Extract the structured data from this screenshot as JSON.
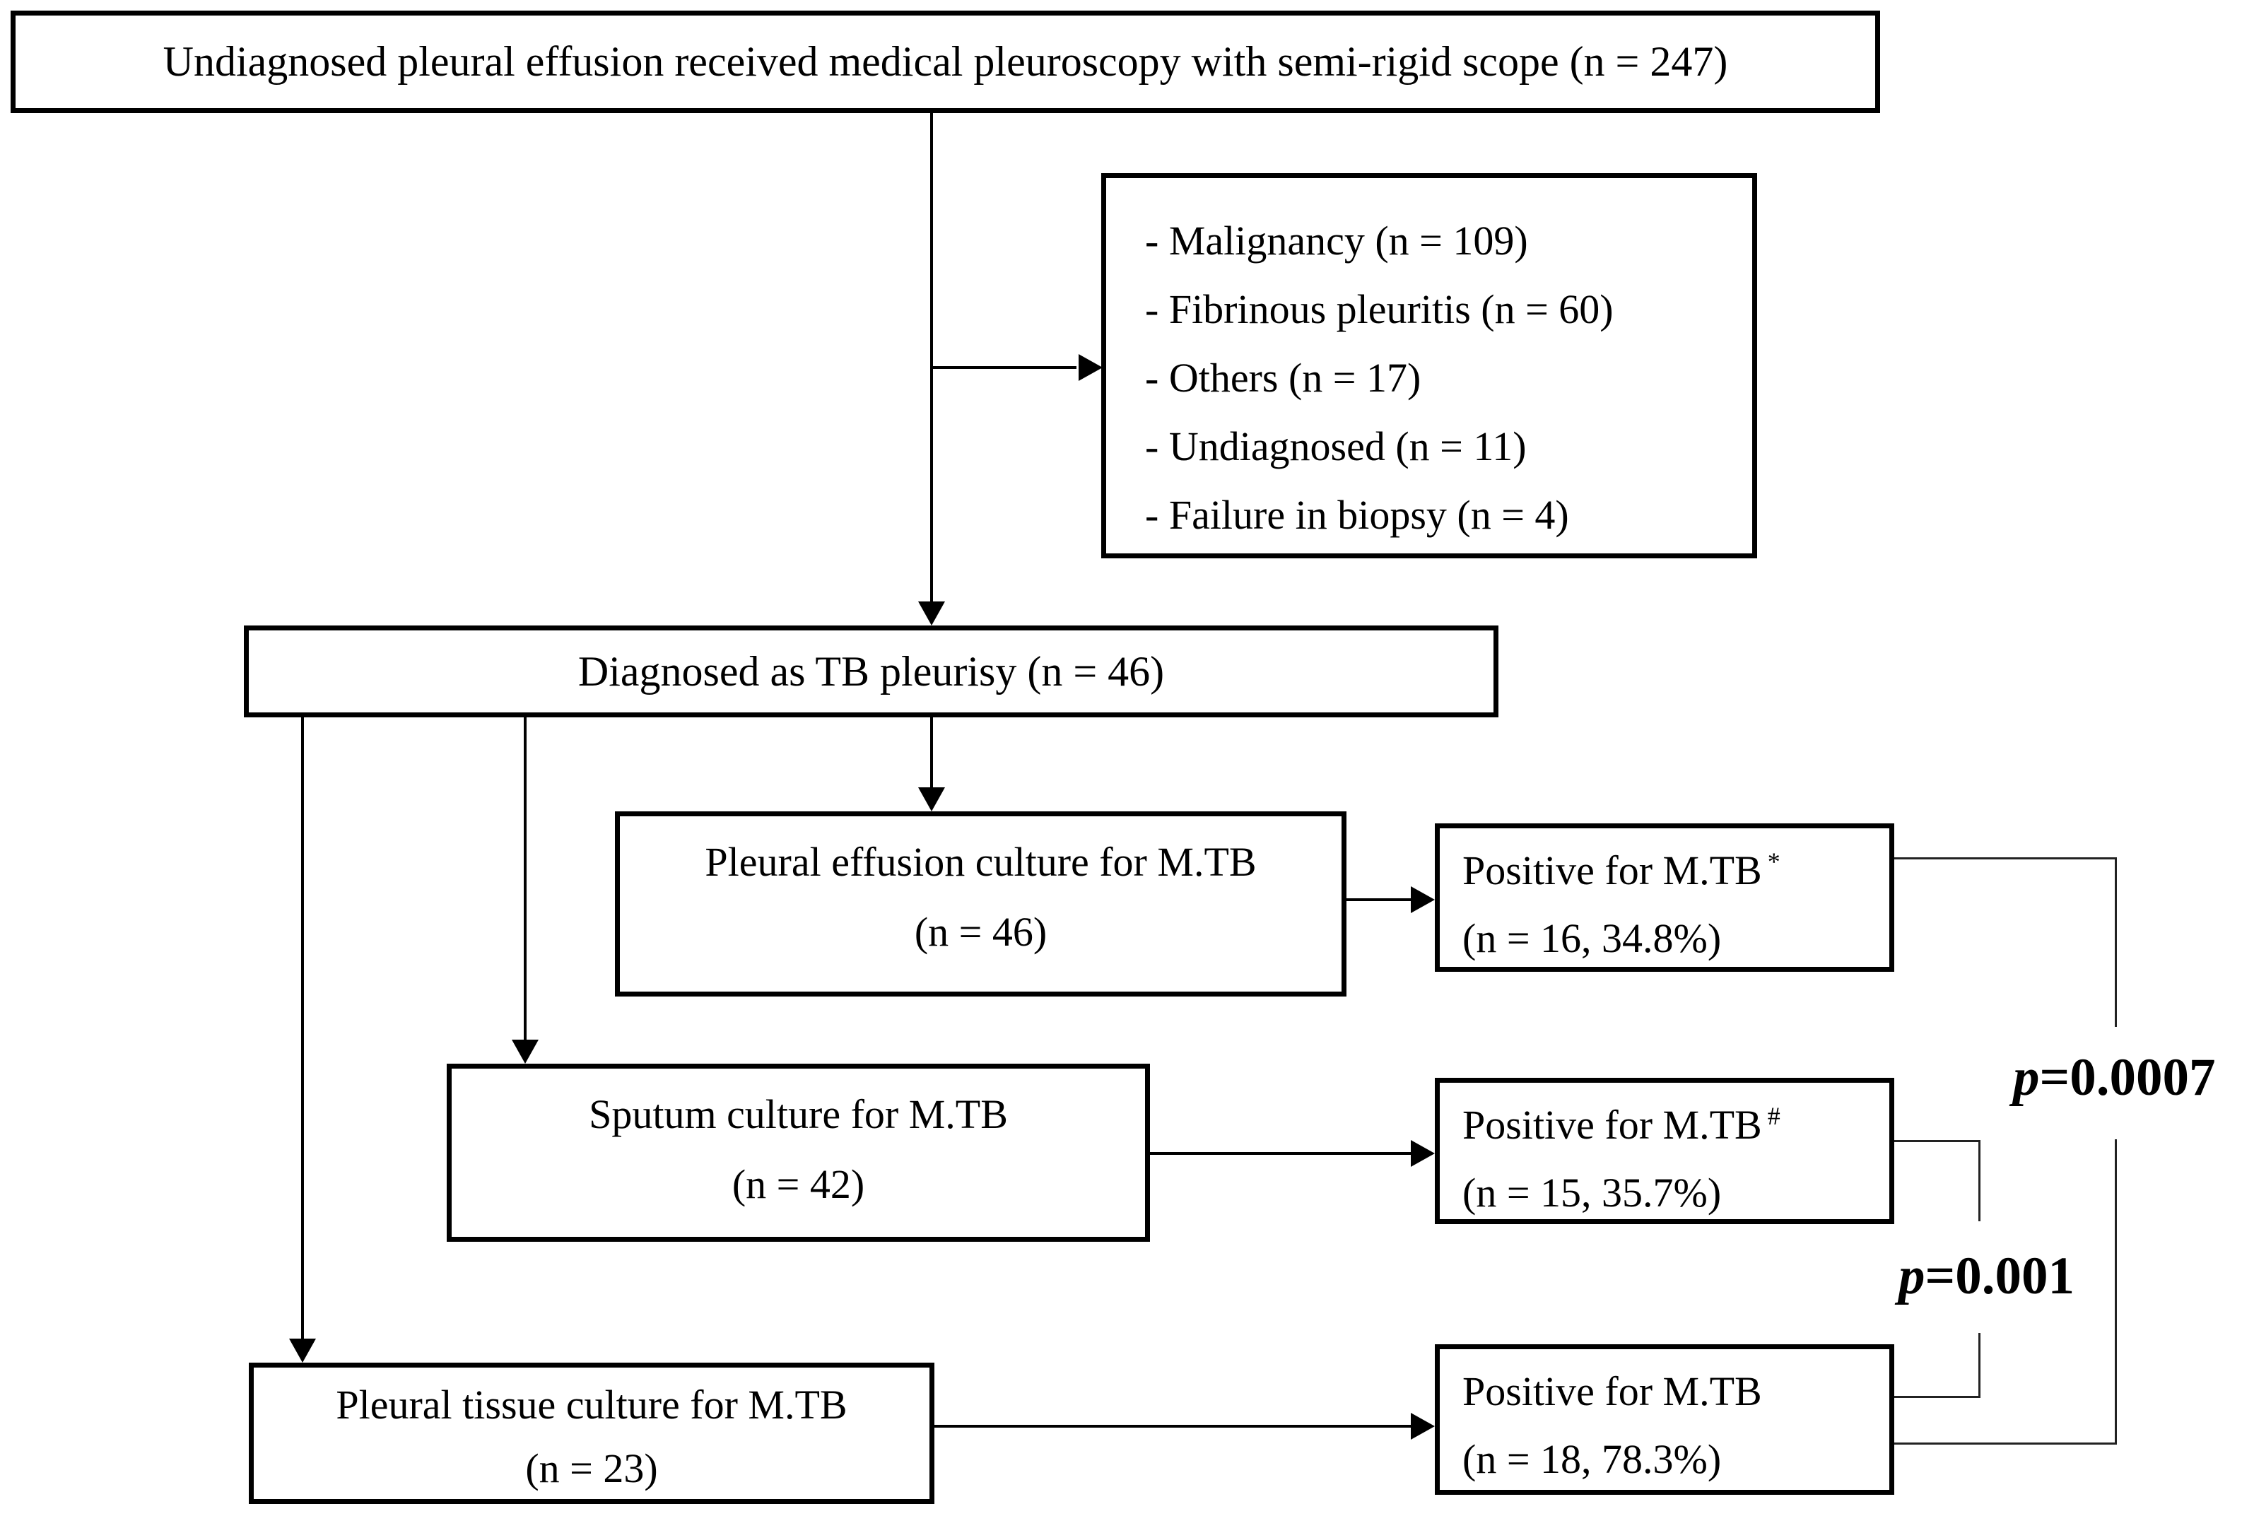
{
  "figure": {
    "bg_color": "#ffffff",
    "line_color": "#000000",
    "bracket_color": "#222222"
  },
  "boxes": {
    "enrollment": {
      "text": "Undiagnosed pleural effusion received medical pleuroscopy with semi-rigid scope (n = 247)"
    },
    "exclusions": {
      "items": [
        "- Malignancy (n = 109)",
        "- Fibrinous pleuritis (n = 60)",
        "- Others (n = 17)",
        "- Undiagnosed (n = 11)",
        "- Failure in biopsy (n = 4)"
      ]
    },
    "diagnosed": {
      "text": "Diagnosed as TB pleurisy (n = 46)"
    },
    "effusion_culture": {
      "line1": "Pleural effusion culture for M.TB",
      "line2": "(n = 46)"
    },
    "effusion_positive": {
      "line1": "Positive for M.TB",
      "marker": "*",
      "line2": "(n = 16, 34.8%)"
    },
    "sputum_culture": {
      "line1": "Sputum culture for M.TB",
      "line2": "(n = 42)"
    },
    "sputum_positive": {
      "line1": "Positive for M.TB",
      "marker": "#",
      "line2": "(n = 15, 35.7%)"
    },
    "tissue_culture": {
      "line1": "Pleural tissue culture for M.TB",
      "line2": "(n = 23)"
    },
    "tissue_positive": {
      "line1": "Positive for M.TB",
      "marker": "",
      "line2": "(n = 18, 78.3%)"
    }
  },
  "p_values": {
    "effusion_vs_tissue": {
      "symbol": "p",
      "value": "=0.0007"
    },
    "sputum_vs_tissue": {
      "symbol": "p",
      "value": "=0.001"
    }
  }
}
